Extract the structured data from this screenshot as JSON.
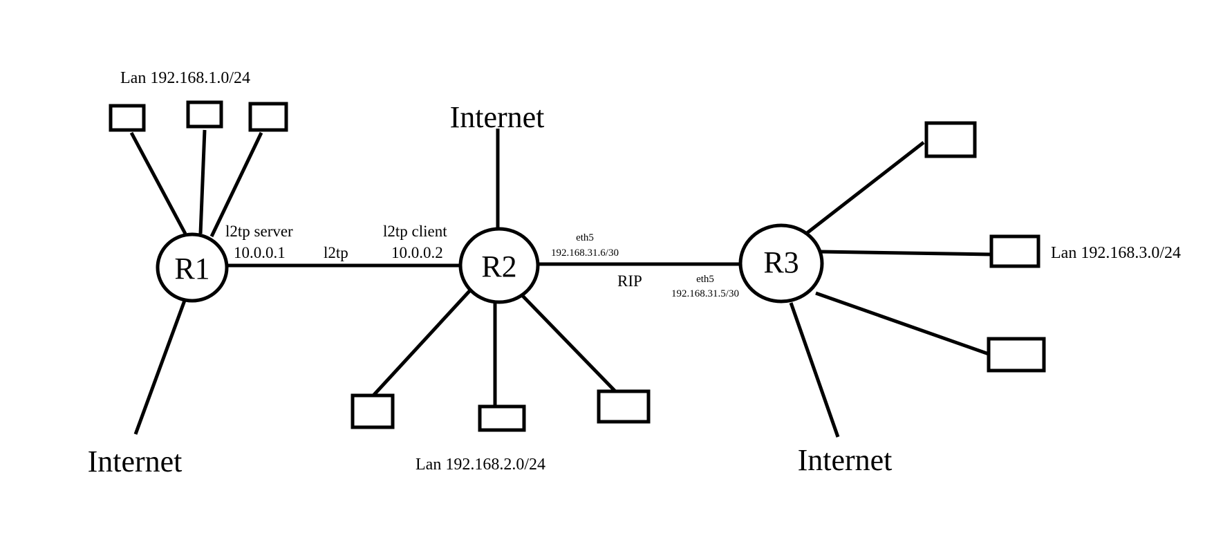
{
  "routers": {
    "r1": "R1",
    "r2": "R2",
    "r3": "R3"
  },
  "internet": {
    "r1": "Internet",
    "r2": "Internet",
    "r3": "Internet"
  },
  "lans": {
    "r1": "Lan 192.168.1.0/24",
    "r2": "Lan 192.168.2.0/24",
    "r3": "Lan 192.168.3.0/24"
  },
  "links": {
    "tunnel": {
      "protocol": "l2tp",
      "server_role": "l2tp server",
      "server_ip": "10.0.0.1",
      "client_role": "l2tp client",
      "client_ip": "10.0.0.2"
    },
    "rip": {
      "protocol": "RIP",
      "r2_iface": "eth5",
      "r2_ip": "192.168.31.6/30",
      "r3_iface": "eth5",
      "r3_ip": "192.168.31.5/30"
    }
  }
}
